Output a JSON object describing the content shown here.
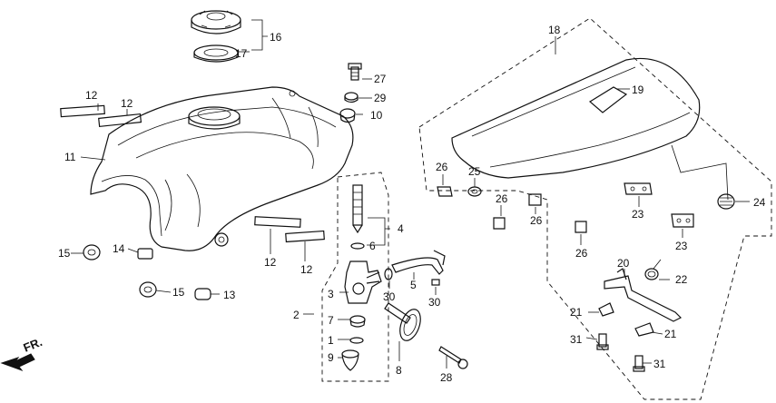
{
  "diagram": {
    "orientation_label": "FR.",
    "callouts": {
      "fuel_cap": "16",
      "cap_gasket": "17",
      "tank_mark_a": "12",
      "tank_mark_b": "12",
      "tank_mark_c": "12",
      "tank_mark_d": "12",
      "fuel_tank": "11",
      "mount_bolt": "27",
      "collar": "29",
      "rubber": "10",
      "cushion_left_a": "15",
      "cushion_left_b": "15",
      "pad_a": "14",
      "pad_b": "13",
      "fuel_valve_assy": "2",
      "valve_body": "3",
      "screen_filter": "4",
      "o_ring_a": "6",
      "o_ring_b": "7",
      "o_ring_c": "1",
      "sediment_cup": "9",
      "tube_clip_a": "30",
      "tube_clip_b": "30",
      "fuel_tube": "5",
      "knob": "8",
      "bolt_28": "28",
      "seat": "18",
      "seat_emblem": "19",
      "seat_rubber_a": "26",
      "seat_rubber_b": "26",
      "seat_rubber_c": "26",
      "seat_rubber_d": "26",
      "seat_rubber_e": "25",
      "seat_hook_a": "23",
      "seat_hook_b": "23",
      "seat_cushion": "24",
      "seat_catch": "20",
      "spring": "22",
      "clip_a": "21",
      "clip_b": "21",
      "bolt_a": "31",
      "bolt_b": "31"
    }
  }
}
